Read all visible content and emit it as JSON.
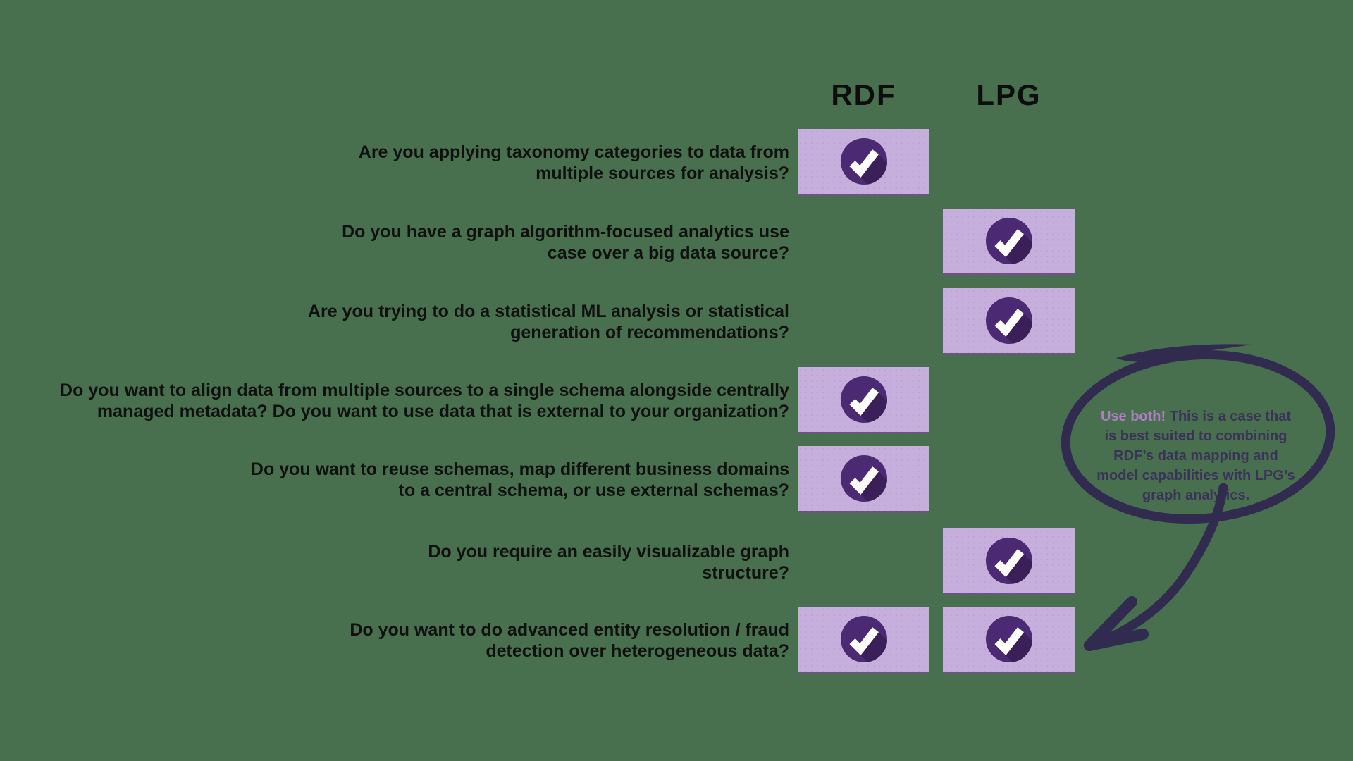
{
  "page": {
    "background": "#48704f",
    "description": "RDF vs LPG decision infographic"
  },
  "table": {
    "columns": [
      {
        "label": "RDF"
      },
      {
        "label": "LPG"
      }
    ],
    "rows": [
      {
        "question": "Are you applying taxonomy categories to data from\nmultiple sources for analysis?",
        "rdf": true,
        "lpg": false
      },
      {
        "question": "Do you have a graph algorithm-focused analytics use\ncase over a big data source?",
        "rdf": false,
        "lpg": true
      },
      {
        "question": "Are you trying to do a statistical ML analysis or statistical\ngeneration of recommendations?",
        "rdf": false,
        "lpg": true
      },
      {
        "question": "Do you want to align data from multiple sources to a single schema alongside centrally\nmanaged metadata? Do you want to use data that is external to your organization?",
        "rdf": true,
        "lpg": false
      },
      {
        "question": "Do you want to reuse schemas, map different business domains\nto a central schema, or use external schemas?",
        "rdf": true,
        "lpg": false
      },
      {
        "question": "Do you require an easily visualizable graph\nstructure?",
        "rdf": false,
        "lpg": true
      },
      {
        "question": "Do you want to do advanced entity resolution / fraud\ndetection over heterogeneous data?",
        "rdf": true,
        "lpg": true
      }
    ]
  },
  "callout": {
    "highlight": "Use both!",
    "text": "This is a case that\nis best suited to combining\nRDF’s data mapping and\nmodel capabilities with LPG’s\ngraph analytics.",
    "highlight_color": "#b37cc8",
    "ink_color": "#322b50"
  },
  "icons": {
    "check": "check-icon",
    "annotation": "circled-arrow-annotation"
  },
  "colors": {
    "background": "#48704f",
    "cell": "#c6aedd",
    "check_circle": "#4c2973",
    "check_shadow": "#3b1f58",
    "check_mark": "#ffffff",
    "question_text": "#101010",
    "header_text": "#0d0d0d",
    "ink": "#322b50"
  }
}
